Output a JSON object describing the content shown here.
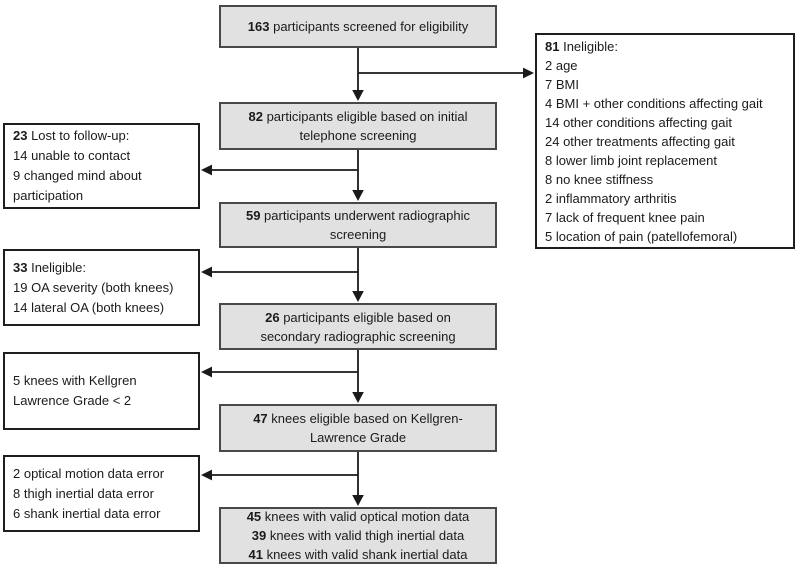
{
  "figure": {
    "type": "participant-flow-diagram",
    "colors": {
      "center_box_fill": "#e1e1e1",
      "center_box_border": "#484848",
      "side_box_fill": "#ffffff",
      "side_box_border": "#1e1e1e",
      "arrow": "#1a1a1a"
    }
  },
  "boxes": {
    "screened": {
      "lines": [
        {
          "b": "163",
          "t": " participants screened for eligibility"
        }
      ]
    },
    "telephone": {
      "lines": [
        {
          "b": "82",
          "t": " participants eligible based on initial"
        },
        {
          "t": "telephone screening"
        }
      ]
    },
    "radiographic": {
      "lines": [
        {
          "b": "59",
          "t": " participants underwent radiographic"
        },
        {
          "t": "screening"
        }
      ]
    },
    "secondary": {
      "lines": [
        {
          "b": "26",
          "t": " participants eligible based on"
        },
        {
          "t": "secondary radiographic screening"
        }
      ]
    },
    "kellgren": {
      "lines": [
        {
          "b": "47",
          "t": " knees eligible based on Kellgren-"
        },
        {
          "t": "Lawrence Grade"
        }
      ]
    },
    "valid": {
      "lines": [
        {
          "b": "45",
          "t": " knees with valid optical motion data"
        },
        {
          "b": "39",
          "t": " knees with valid thigh inertial data"
        },
        {
          "b": "41",
          "t": " knees with valid shank inertial data"
        }
      ]
    },
    "ineligible_initial": {
      "lines": [
        {
          "b": "81",
          "t": " Ineligible:"
        },
        {
          "t": "2 age"
        },
        {
          "t": "7 BMI"
        },
        {
          "t": "4 BMI + other conditions affecting gait"
        },
        {
          "t": "14 other conditions affecting gait"
        },
        {
          "t": "24 other treatments affecting gait"
        },
        {
          "t": "8 lower limb joint replacement"
        },
        {
          "t": "8 no knee stiffness"
        },
        {
          "t": "2 inflammatory arthritis"
        },
        {
          "t": "7 lack of frequent knee pain"
        },
        {
          "t": "5 location of pain (patellofemoral)"
        }
      ]
    },
    "lost": {
      "lines": [
        {
          "b": "23",
          "t": " Lost to follow-up:"
        },
        {
          "t": "14 unable to contact"
        },
        {
          "t": "9 changed mind about participation"
        }
      ]
    },
    "ineligible_radiographic": {
      "lines": [
        {
          "b": "33",
          "t": " Ineligible:"
        },
        {
          "t": "19 OA severity (both knees)"
        },
        {
          "t": "14 lateral OA (both knees)"
        }
      ]
    },
    "kl_excluded": {
      "lines": [
        {
          "t": "5 knees with Kellgren Lawrence Grade < 2"
        }
      ]
    },
    "data_errors": {
      "lines": [
        {
          "t": "2 optical motion data error"
        },
        {
          "t": "8 thigh inertial data error"
        },
        {
          "t": "6 shank inertial data error"
        }
      ]
    }
  }
}
